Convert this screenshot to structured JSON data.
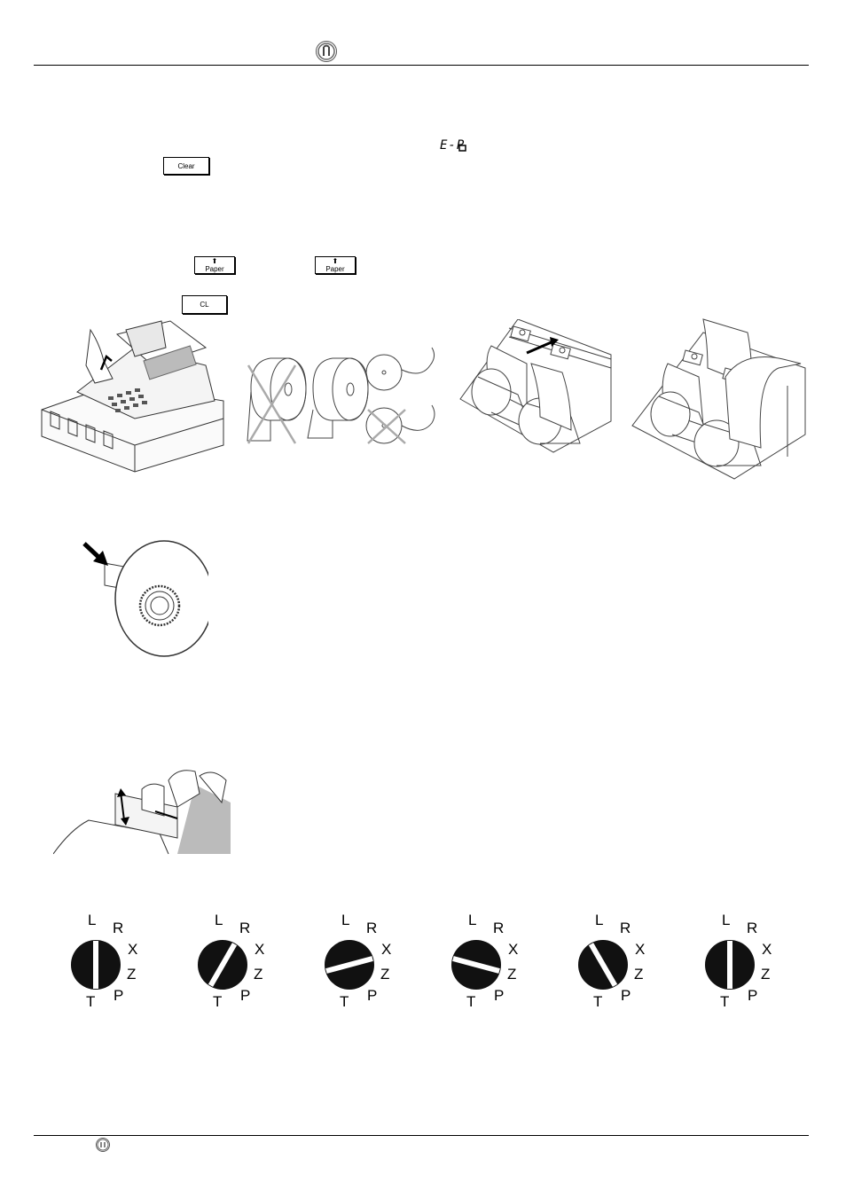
{
  "header": {
    "logo_icon": "brand-logo-icon"
  },
  "display": {
    "error_code": "E-P"
  },
  "keys": {
    "clear": "Clear",
    "paper_1_arrow": "⬆",
    "paper_1": "Paper",
    "paper_2_arrow": "⬆",
    "paper_2": "Paper",
    "cl": "CL"
  },
  "figures": {
    "register": "cash-register-illustration",
    "rolls": "paper-roll-orientation-illustration",
    "insert_roll": "insert-roll-illustration",
    "feed_roll": "feed-roll-illustration",
    "spool": "take-up-spool-illustration",
    "printer": "printer-cover-illustration"
  },
  "mode_dials": [
    {
      "L": "L",
      "R": "R",
      "X": "X",
      "Z": "Z",
      "P": "P",
      "T": "T",
      "pointer_deg": 0
    },
    {
      "L": "L",
      "R": "R",
      "X": "X",
      "Z": "Z",
      "P": "P",
      "T": "T",
      "pointer_deg": 30
    },
    {
      "L": "L",
      "R": "R",
      "X": "X",
      "Z": "Z",
      "P": "P",
      "T": "T",
      "pointer_deg": 75
    },
    {
      "L": "L",
      "R": "R",
      "X": "X",
      "Z": "Z",
      "P": "P",
      "T": "T",
      "pointer_deg": 105
    },
    {
      "L": "L",
      "R": "R",
      "X": "X",
      "Z": "Z",
      "P": "P",
      "T": "T",
      "pointer_deg": 150
    },
    {
      "L": "L",
      "R": "R",
      "X": "X",
      "Z": "Z",
      "P": "P",
      "T": "T",
      "pointer_deg": 180
    }
  ],
  "footer": {
    "logo_icon": "brand-logo-icon"
  }
}
